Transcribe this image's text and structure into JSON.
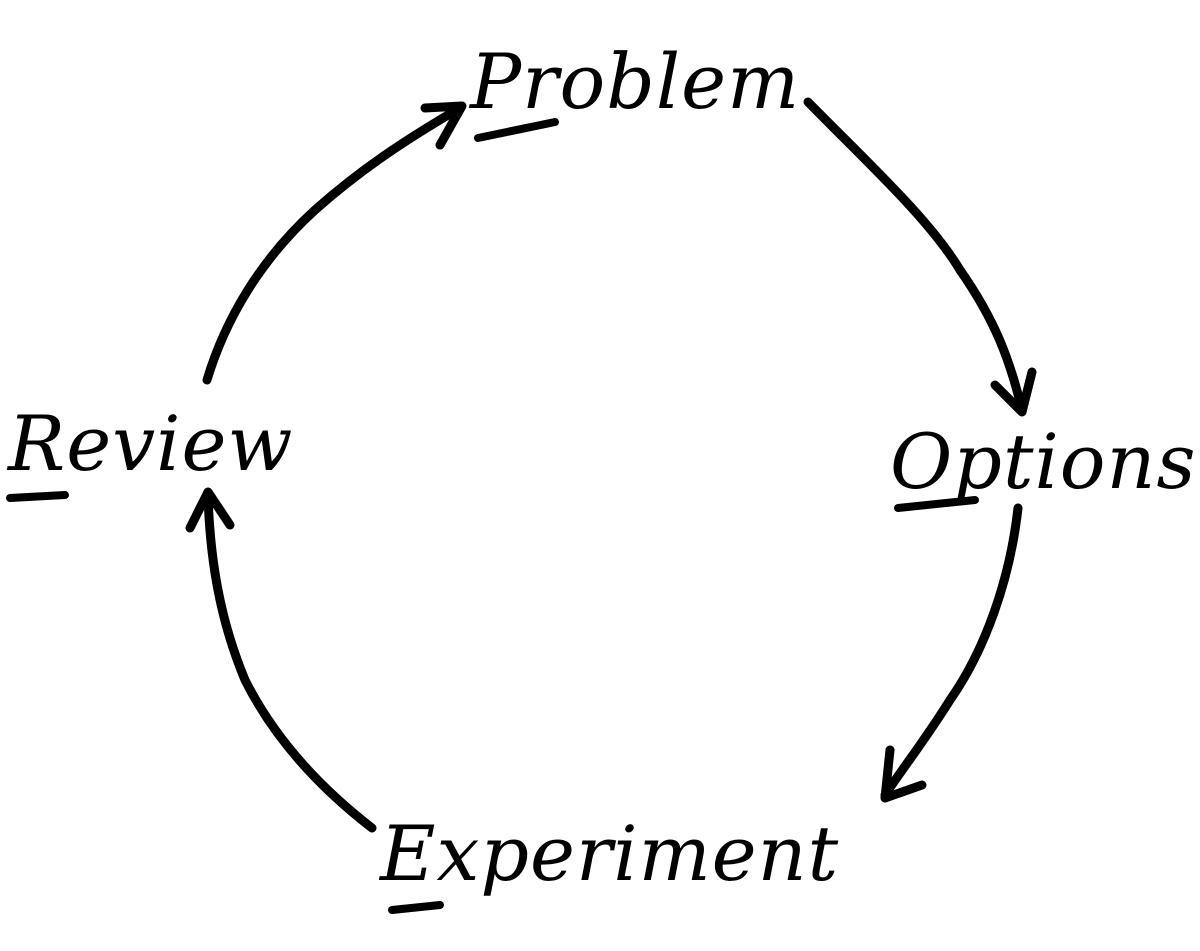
{
  "diagram": {
    "type": "cycle",
    "nodes": [
      {
        "id": "problem",
        "label": "Problem",
        "initial": "P"
      },
      {
        "id": "options",
        "label": "Options",
        "initial": "O"
      },
      {
        "id": "experiment",
        "label": "Experiment",
        "initial": "E"
      },
      {
        "id": "review",
        "label": "Review",
        "initial": "R"
      }
    ],
    "edges": [
      {
        "from": "problem",
        "to": "options"
      },
      {
        "from": "options",
        "to": "experiment"
      },
      {
        "from": "experiment",
        "to": "review"
      },
      {
        "from": "review",
        "to": "problem"
      }
    ],
    "style": {
      "ink_color": "#000000",
      "background": "#ffffff"
    }
  }
}
